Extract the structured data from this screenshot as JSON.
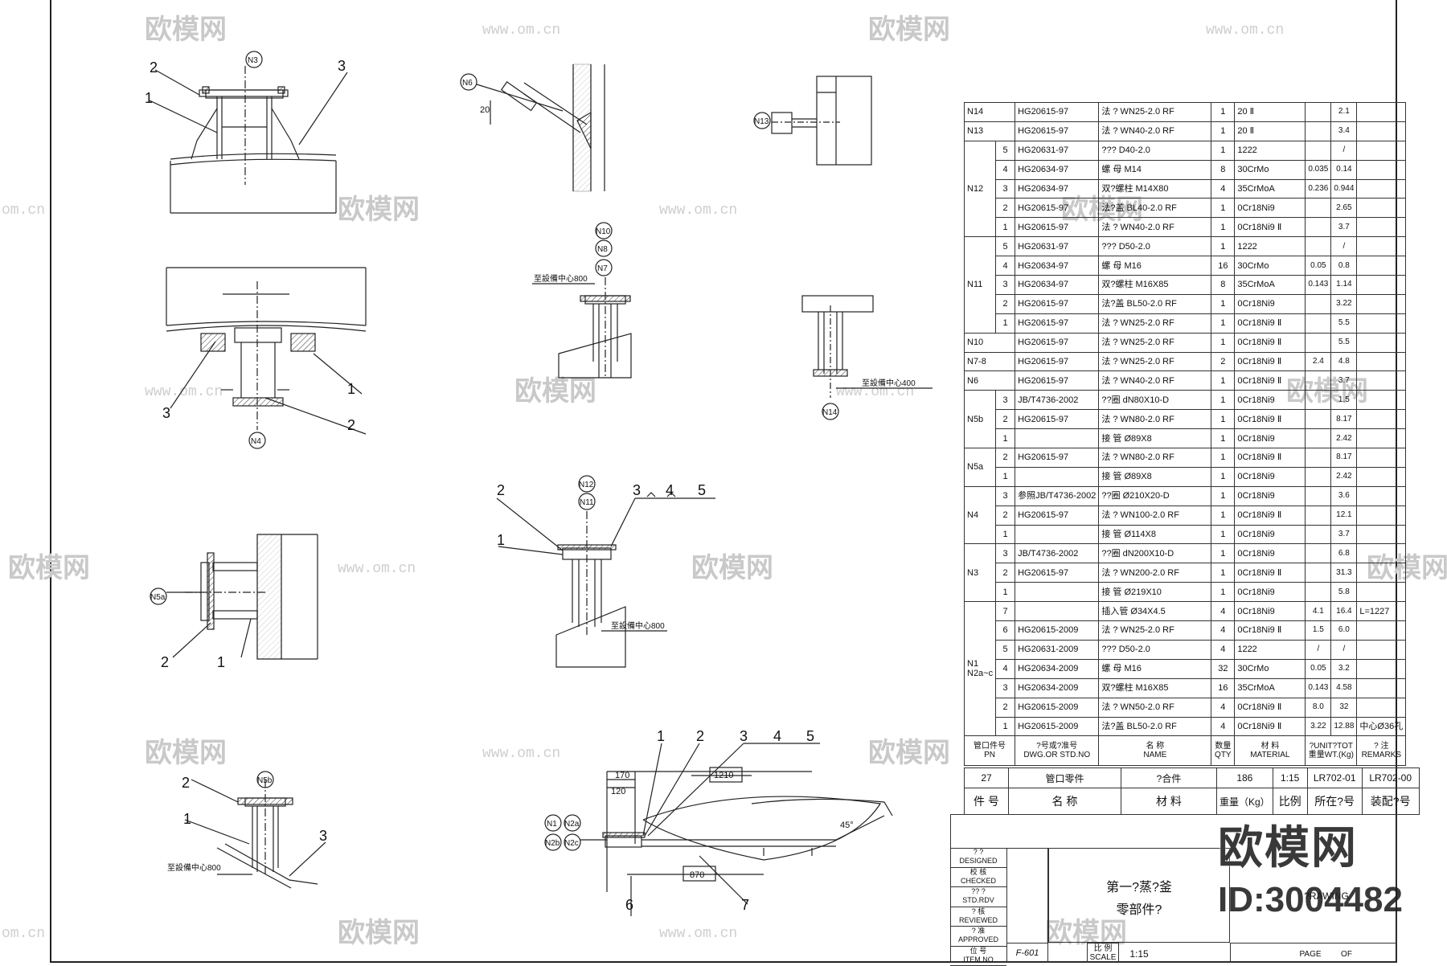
{
  "watermark": {
    "brand": "欧模网",
    "url": "www.om.cn",
    "url_short": "om.cn",
    "logo_text": "欧模网",
    "id_text": "ID:3004482"
  },
  "details": {
    "n3": {
      "tag": "N3",
      "leaders": [
        "1",
        "2",
        "3"
      ]
    },
    "n6": {
      "tag": "N6",
      "dim": "20"
    },
    "n13": {
      "tag": "N13"
    },
    "n10_n8_n7": {
      "tags": [
        "N10",
        "N8",
        "N7"
      ],
      "note": "至設備中心800"
    },
    "n4": {
      "tag": "N4",
      "leaders": [
        "1",
        "2",
        "3"
      ]
    },
    "n14": {
      "tag": "N14",
      "note": "至設備中心400"
    },
    "n5a": {
      "tag": "N5a",
      "leaders": [
        "1",
        "2"
      ]
    },
    "n12_n11": {
      "tags": [
        "N12",
        "N11"
      ],
      "leaders": [
        "1",
        "2",
        "3",
        "4",
        "5"
      ],
      "note": "至設備中心800"
    },
    "n5b": {
      "tag": "N5b",
      "leaders": [
        "1",
        "2",
        "3"
      ],
      "note": "至設備中心800"
    },
    "n1_n2": {
      "tags": [
        "N1",
        "N2a",
        "N2b",
        "N2c"
      ],
      "leaders": [
        "1",
        "2",
        "3",
        "4",
        "5",
        "6",
        "7"
      ],
      "dims": [
        "170",
        "120",
        "1210",
        "870",
        "45°"
      ]
    }
  },
  "parts_table": {
    "rows": [
      {
        "nozzle": "N14",
        "idx": "",
        "std": "HG20615-97",
        "name": "法 ?  WN25-2.0 RF",
        "qty": "1",
        "mat": "20 Ⅱ",
        "w1": "",
        "w2": "2.1",
        "rem": ""
      },
      {
        "nozzle": "N13",
        "idx": "",
        "std": "HG20615-97",
        "name": "法 ?  WN40-2.0 RF",
        "qty": "1",
        "mat": "20 Ⅱ",
        "w1": "",
        "w2": "3.4",
        "rem": ""
      },
      {
        "nozzle": "N12",
        "idx": "5",
        "std": "HG20631-97",
        "name": "???  D40-2.0",
        "qty": "1",
        "mat": "1222",
        "w1": "",
        "w2": "/",
        "rem": ""
      },
      {
        "nozzle": "",
        "idx": "4",
        "std": "HG20634-97",
        "name": "螺 母  M14",
        "qty": "8",
        "mat": "30CrMo",
        "w1": "0.035",
        "w2": "0.14",
        "rem": ""
      },
      {
        "nozzle": "",
        "idx": "3",
        "std": "HG20634-97",
        "name": "双?螺柱 M14X80",
        "qty": "4",
        "mat": "35CrMoA",
        "w1": "0.236",
        "w2": "0.944",
        "rem": ""
      },
      {
        "nozzle": "",
        "idx": "2",
        "std": "HG20615-97",
        "name": "法?盖  BL40-2.0 RF",
        "qty": "1",
        "mat": "0Cr18Ni9",
        "w1": "",
        "w2": "2.65",
        "rem": ""
      },
      {
        "nozzle": "",
        "idx": "1",
        "std": "HG20615-97",
        "name": "法 ?  WN40-2.0 RF",
        "qty": "1",
        "mat": "0Cr18Ni9 Ⅱ",
        "w1": "",
        "w2": "3.7",
        "rem": ""
      },
      {
        "nozzle": "N11",
        "idx": "5",
        "std": "HG20631-97",
        "name": "???  D50-2.0",
        "qty": "1",
        "mat": "1222",
        "w1": "",
        "w2": "/",
        "rem": ""
      },
      {
        "nozzle": "",
        "idx": "4",
        "std": "HG20634-97",
        "name": "螺 母  M16",
        "qty": "16",
        "mat": "30CrMo",
        "w1": "0.05",
        "w2": "0.8",
        "rem": ""
      },
      {
        "nozzle": "",
        "idx": "3",
        "std": "HG20634-97",
        "name": "双?螺柱 M16X85",
        "qty": "8",
        "mat": "35CrMoA",
        "w1": "0.143",
        "w2": "1.14",
        "rem": ""
      },
      {
        "nozzle": "",
        "idx": "2",
        "std": "HG20615-97",
        "name": "法?盖  BL50-2.0 RF",
        "qty": "1",
        "mat": "0Cr18Ni9",
        "w1": "",
        "w2": "3.22",
        "rem": ""
      },
      {
        "nozzle": "",
        "idx": "1",
        "std": "HG20615-97",
        "name": "法 ?  WN25-2.0 RF",
        "qty": "1",
        "mat": "0Cr18Ni9 Ⅱ",
        "w1": "",
        "w2": "5.5",
        "rem": ""
      },
      {
        "nozzle": "N10",
        "idx": "",
        "std": "HG20615-97",
        "name": "法 ?  WN25-2.0 RF",
        "qty": "1",
        "mat": "0Cr18Ni9 Ⅱ",
        "w1": "",
        "w2": "5.5",
        "rem": ""
      },
      {
        "nozzle": "N7-8",
        "idx": "",
        "std": "HG20615-97",
        "name": "法 ?  WN25-2.0 RF",
        "qty": "2",
        "mat": "0Cr18Ni9 Ⅱ",
        "w1": "2.4",
        "w2": "4.8",
        "rem": ""
      },
      {
        "nozzle": "N6",
        "idx": "",
        "std": "HG20615-97",
        "name": "法 ?  WN40-2.0 RF",
        "qty": "1",
        "mat": "0Cr18Ni9 Ⅱ",
        "w1": "",
        "w2": "3.7",
        "rem": ""
      },
      {
        "nozzle": "N5b",
        "idx": "3",
        "std": "JB/T4736-2002",
        "name": "??圈  dN80X10-D",
        "qty": "1",
        "mat": "0Cr18Ni9",
        "w1": "",
        "w2": "1.5",
        "rem": ""
      },
      {
        "nozzle": "",
        "idx": "2",
        "std": "HG20615-97",
        "name": "法 ?  WN80-2.0 RF",
        "qty": "1",
        "mat": "0Cr18Ni9 Ⅱ",
        "w1": "",
        "w2": "8.17",
        "rem": ""
      },
      {
        "nozzle": "",
        "idx": "1",
        "std": "",
        "name": "接 管  Ø89X8",
        "qty": "1",
        "mat": "0Cr18Ni9",
        "w1": "",
        "w2": "2.42",
        "rem": ""
      },
      {
        "nozzle": "N5a",
        "idx": "2",
        "std": "HG20615-97",
        "name": "法 ?  WN80-2.0 RF",
        "qty": "1",
        "mat": "0Cr18Ni9 Ⅱ",
        "w1": "",
        "w2": "8.17",
        "rem": ""
      },
      {
        "nozzle": "",
        "idx": "1",
        "std": "",
        "name": "接 管  Ø89X8",
        "qty": "1",
        "mat": "0Cr18Ni9",
        "w1": "",
        "w2": "2.42",
        "rem": ""
      },
      {
        "nozzle": "N4",
        "idx": "3",
        "std": "参照JB/T4736-2002",
        "name": "??圈  Ø210X20-D",
        "qty": "1",
        "mat": "0Cr18Ni9",
        "w1": "",
        "w2": "3.6",
        "rem": ""
      },
      {
        "nozzle": "",
        "idx": "2",
        "std": "HG20615-97",
        "name": "法 ?  WN100-2.0 RF",
        "qty": "1",
        "mat": "0Cr18Ni9 Ⅱ",
        "w1": "",
        "w2": "12.1",
        "rem": ""
      },
      {
        "nozzle": "",
        "idx": "1",
        "std": "",
        "name": "接 管  Ø114X8",
        "qty": "1",
        "mat": "0Cr18Ni9",
        "w1": "",
        "w2": "3.7",
        "rem": ""
      },
      {
        "nozzle": "N3",
        "idx": "3",
        "std": "JB/T4736-2002",
        "name": "??圈  dN200X10-D",
        "qty": "1",
        "mat": "0Cr18Ni9",
        "w1": "",
        "w2": "6.8",
        "rem": ""
      },
      {
        "nozzle": "",
        "idx": "2",
        "std": "HG20615-97",
        "name": "法 ?  WN200-2.0 RF",
        "qty": "1",
        "mat": "0Cr18Ni9 Ⅱ",
        "w1": "",
        "w2": "31.3",
        "rem": ""
      },
      {
        "nozzle": "",
        "idx": "1",
        "std": "",
        "name": "接 管  Ø219X10",
        "qty": "1",
        "mat": "0Cr18Ni9",
        "w1": "",
        "w2": "5.8",
        "rem": ""
      },
      {
        "nozzle": "N1\nN2a~c",
        "idx": "7",
        "std": "",
        "name": "插入管  Ø34X4.5",
        "qty": "4",
        "mat": "0Cr18Ni9",
        "w1": "4.1",
        "w2": "16.4",
        "rem": "L=1227"
      },
      {
        "nozzle": "",
        "idx": "6",
        "std": "HG20615-2009",
        "name": "法 ?  WN25-2.0 RF",
        "qty": "4",
        "mat": "0Cr18Ni9 Ⅱ",
        "w1": "1.5",
        "w2": "6.0",
        "rem": ""
      },
      {
        "nozzle": "",
        "idx": "5",
        "std": "HG20631-2009",
        "name": "???  D50-2.0",
        "qty": "4",
        "mat": "1222",
        "w1": "/",
        "w2": "/",
        "rem": ""
      },
      {
        "nozzle": "",
        "idx": "4",
        "std": "HG20634-2009",
        "name": "螺 母  M16",
        "qty": "32",
        "mat": "30CrMo",
        "w1": "0.05",
        "w2": "3.2",
        "rem": ""
      },
      {
        "nozzle": "",
        "idx": "3",
        "std": "HG20634-2009",
        "name": "双?螺柱 M16X85",
        "qty": "16",
        "mat": "35CrMoA",
        "w1": "0.143",
        "w2": "4.58",
        "rem": ""
      },
      {
        "nozzle": "",
        "idx": "2",
        "std": "HG20615-2009",
        "name": "法 ?  WN50-2.0 RF",
        "qty": "4",
        "mat": "0Cr18Ni9 Ⅱ",
        "w1": "8.0",
        "w2": "32",
        "rem": ""
      },
      {
        "nozzle": "",
        "idx": "1",
        "std": "HG20615-2009",
        "name": "法?盖  BL50-2.0 RF",
        "qty": "4",
        "mat": "0Cr18Ni9 Ⅱ",
        "w1": "3.22",
        "w2": "12.88",
        "rem": "中心Ø36孔"
      }
    ],
    "header": {
      "nozzle": "管口件号\nPN",
      "std": "?号或?准号\nDWG.OR STD.NO",
      "name": "名    称\nNAME",
      "qty": "数量\nQTY",
      "mat": "材    料\nMATERIAL",
      "wt": "?UNIT?TOT\n重量WT.(Kg)",
      "rem": "?    注\nREMARKS"
    }
  },
  "assembly_row": {
    "no": "27",
    "name": "管口零件",
    "material": "?合件",
    "weight": "186",
    "scale": "1:15",
    "drawing": "LR702-01",
    "assembly": "LR702-00"
  },
  "assembly_header": {
    "no": "件  号",
    "name": "名        称",
    "material": "材      料",
    "weight": "重量（Kg）",
    "scale": "比例",
    "drawing": "所在?号",
    "assembly": "装配?号"
  },
  "title_block": {
    "roles": [
      "? ?\nDESIGNED",
      "校 核\nCHECKED",
      "?? ?\nSTD.RDV",
      "? 核\nREVIEWED",
      "? 准\nAPPROVED",
      "位 号\nITEM NO"
    ],
    "item_no": "F-601",
    "title_line1": "第一?蒸?釜",
    "title_line2": "零部件?",
    "scale_label": "比 例\nSCALE",
    "scale_value": "1:15",
    "drawing_label": "?RAWING",
    "page_label": "PAGE",
    "of_label": "OF"
  }
}
